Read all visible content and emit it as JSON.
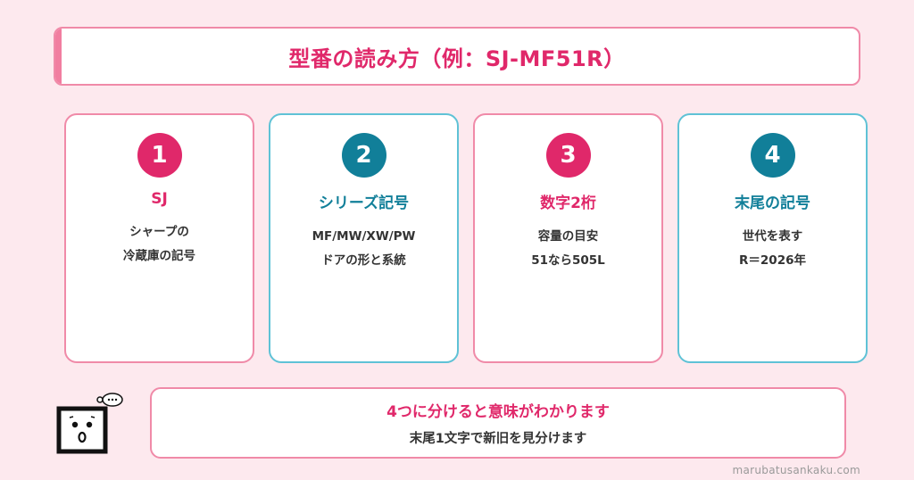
{
  "title": "型番の読み方（例：SJ-MF51R）",
  "cards": [
    {
      "num": "1",
      "head": "SJ",
      "line1": "シャープの",
      "line2": "冷蔵庫の記号",
      "accent": "#e0286a"
    },
    {
      "num": "2",
      "head": "シリーズ記号",
      "line1": "MF/MW/XW/PW",
      "line2": "ドアの形と系統",
      "accent": "#117f99"
    },
    {
      "num": "3",
      "head": "数字2桁",
      "line1": "容量の目安",
      "line2": "51なら505L",
      "accent": "#e0286a"
    },
    {
      "num": "4",
      "head": "末尾の記号",
      "line1": "世代を表す",
      "line2": "R＝2026年",
      "accent": "#117f99"
    }
  ],
  "note": {
    "main": "4つに分けると意味がわかります",
    "sub": "末尾1文字で新旧を見分けます"
  },
  "watermark": "marubatusankaku.com",
  "mascot_icon": "thinking-face-icon"
}
